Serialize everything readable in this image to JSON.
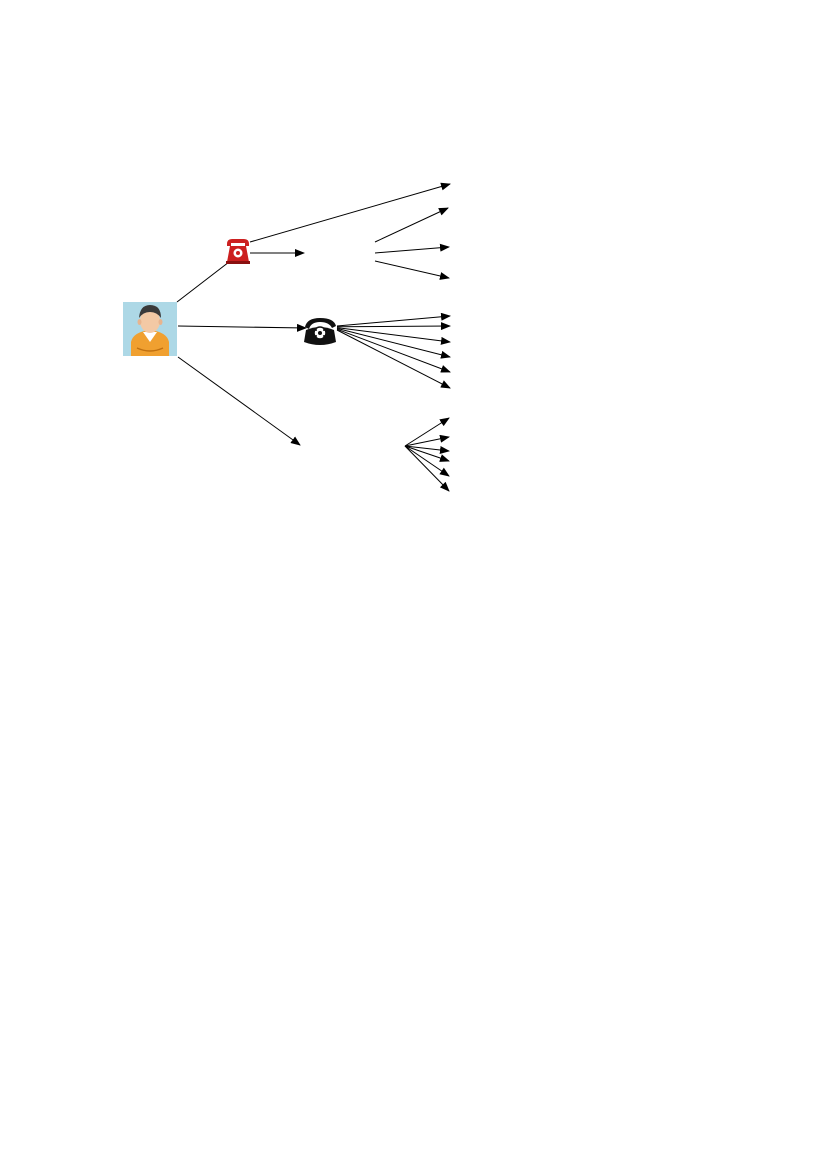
{
  "diagram": {
    "nodes": [
      {
        "name": "person-icon",
        "icon": "person-avatar"
      },
      {
        "name": "red-phone-icon",
        "icon": "red-telephone"
      },
      {
        "name": "black-phone-icon",
        "icon": "black-rotary-telephone"
      }
    ],
    "colors": {
      "person_background": "#add8e6",
      "person_shirt": "#f0a030",
      "person_skin": "#f3c9a5",
      "person_hair": "#3a3a3a",
      "red_phone": "#cc2020",
      "black_phone": "#111111",
      "edge": "#000000"
    },
    "edge_groups": [
      {
        "name": "person-to-red-phone",
        "count": 1
      },
      {
        "name": "red-phone-fanout",
        "count": 2
      },
      {
        "name": "group-a-fanout",
        "count": 3
      },
      {
        "name": "person-to-black-phone",
        "count": 1
      },
      {
        "name": "black-phone-fanout",
        "count": 6
      },
      {
        "name": "person-to-group-c",
        "count": 1
      },
      {
        "name": "group-c-fanout",
        "count": 6
      }
    ]
  }
}
